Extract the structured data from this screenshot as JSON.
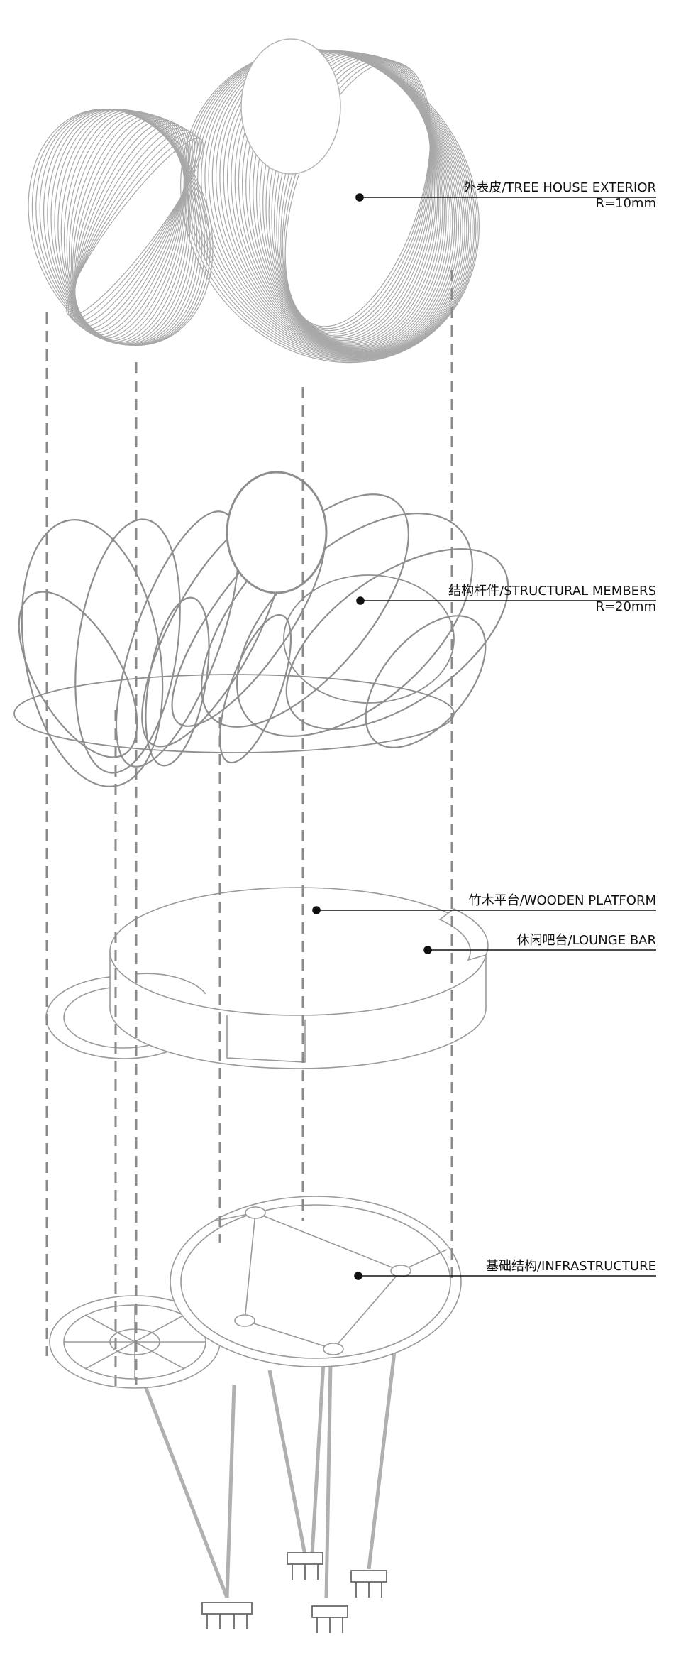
{
  "labels": {
    "exterior": {
      "title": "外表皮/TREE HOUSE EXTERIOR",
      "sub": "R=10mm"
    },
    "structural": {
      "title": "结构杆件/STRUCTURAL MEMBERS",
      "sub": "R=20mm"
    },
    "platform": {
      "title": "竹木平台/WOODEN PLATFORM"
    },
    "lounge": {
      "title": "休闲吧台/LOUNGE BAR"
    },
    "infrastructure": {
      "title": "基础结构/INFRASTRUCTURE"
    }
  },
  "colors": {
    "line": "#9a9a9a",
    "dash": "#8a8a8a",
    "leader": "#111111"
  }
}
